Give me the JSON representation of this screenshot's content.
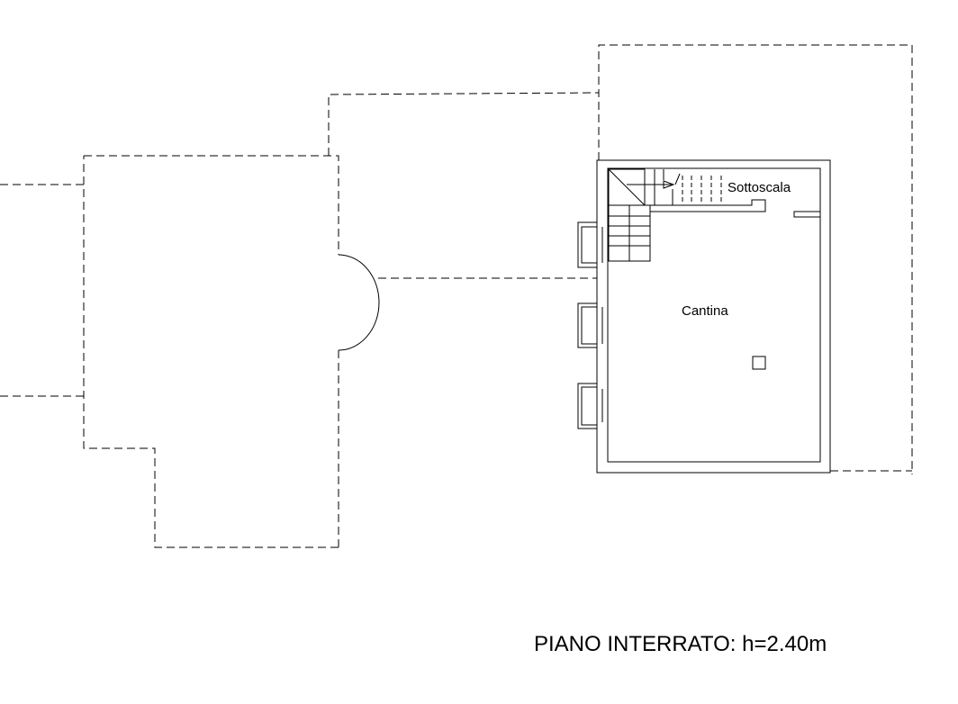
{
  "plan": {
    "rooms": [
      {
        "name": "Sottoscala"
      },
      {
        "name": "Cantina"
      }
    ],
    "title": "PIANO INTERRATO: h=2.40m"
  },
  "colors": {
    "line": "#000000",
    "background": "#ffffff"
  }
}
